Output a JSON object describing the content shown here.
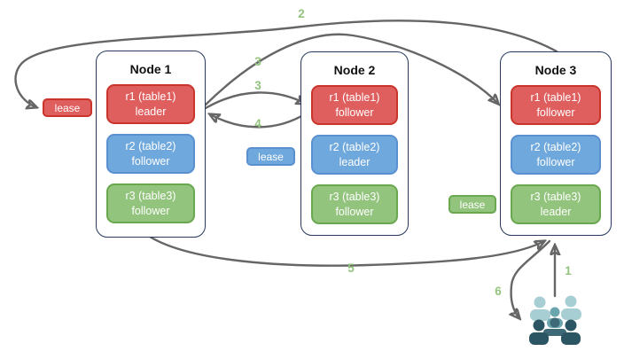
{
  "colors": {
    "background": "#ffffff",
    "node-border": "#28395c",
    "arrow": "#666666",
    "step-green": "#93c47d",
    "red-fill": "#df5e5e",
    "red-border": "#c9352b",
    "blue-fill": "#6fa8dc",
    "blue-border": "#5a8fd0",
    "green-fill": "#93c47d",
    "green-border": "#6aa84f",
    "users-light": "#a7ced3",
    "users-medium": "#6ba5ad",
    "users-deep": "#3e6a77",
    "users-dark": "#2c5563"
  },
  "nodes": [
    {
      "title": "Node 1",
      "replicas": [
        {
          "name": "r1 (table1)",
          "role": "leader"
        },
        {
          "name": "r2 (table2)",
          "role": "follower"
        },
        {
          "name": "r3 (table3)",
          "role": "follower"
        }
      ]
    },
    {
      "title": "Node 2",
      "replicas": [
        {
          "name": "r1 (table1)",
          "role": "follower"
        },
        {
          "name": "r2 (table2)",
          "role": "leader"
        },
        {
          "name": "r3 (table3)",
          "role": "follower"
        }
      ]
    },
    {
      "title": "Node 3",
      "replicas": [
        {
          "name": "r1 (table1)",
          "role": "follower"
        },
        {
          "name": "r2 (table2)",
          "role": "follower"
        },
        {
          "name": "r3 (table3)",
          "role": "leader"
        }
      ]
    }
  ],
  "leases": [
    {
      "label": "lease",
      "color": "#df5e5e"
    },
    {
      "label": "lease",
      "color": "#6fa8dc"
    },
    {
      "label": "lease",
      "color": "#93c47d"
    }
  ],
  "steps": {
    "s1": "1",
    "s2": "2",
    "s3a": "3",
    "s3b": "3",
    "s4": "4",
    "s5": "5",
    "s6": "6"
  }
}
